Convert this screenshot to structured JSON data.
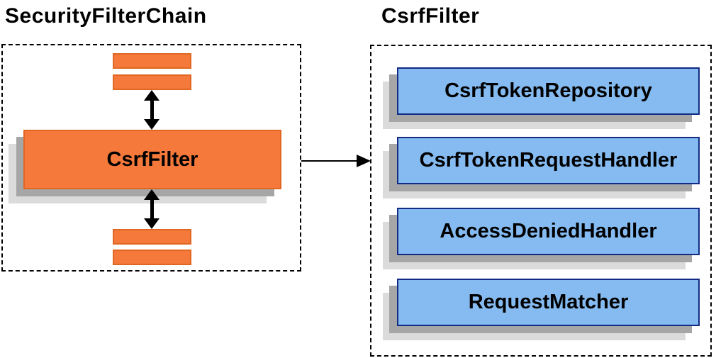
{
  "diagram": {
    "left_panel": {
      "title": "SecurityFilterChain",
      "csrf_filter_label": "CsrfFilter"
    },
    "right_panel": {
      "title": "CsrfFilter",
      "components": [
        "CsrfTokenRepository",
        "CsrfTokenRequestHandler",
        "AccessDeniedHandler",
        "RequestMatcher"
      ]
    },
    "colors": {
      "orange_fill": "#F4793B",
      "orange_border": "#E06722",
      "blue_fill": "#85BBF0",
      "blue_border": "#132B85",
      "shadow_dark": "#A6A6A6",
      "shadow_light": "#DBDBDB",
      "line_black": "#000000"
    }
  }
}
